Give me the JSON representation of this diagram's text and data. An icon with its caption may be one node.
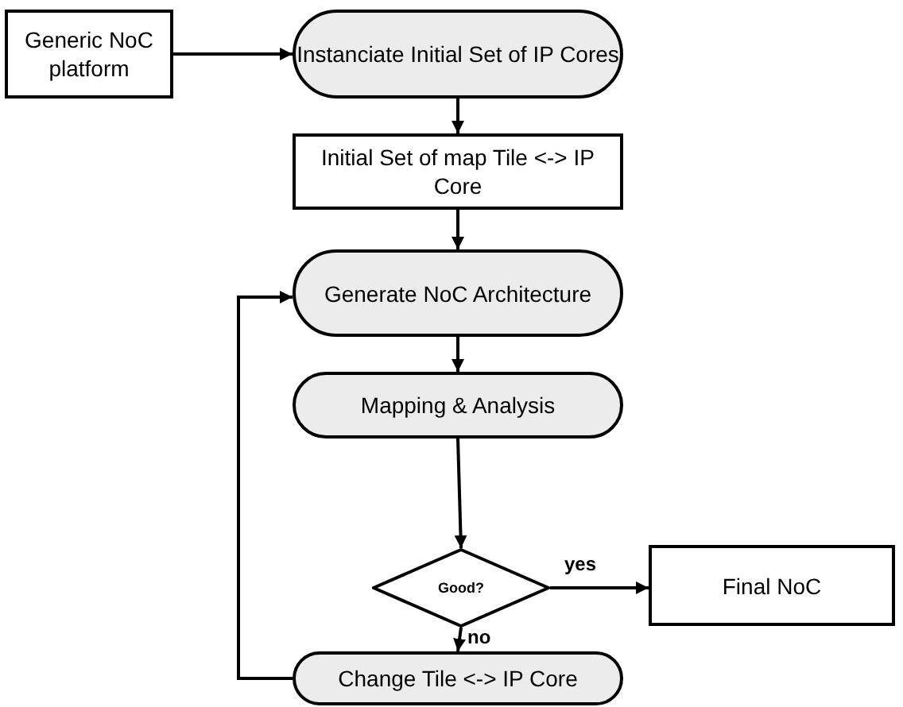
{
  "diagram": {
    "nodes": [
      {
        "text": [
          "Generic NoC platform"
        ]
      },
      {
        "text": [
          "Instanciate Initial Set of IP Cores"
        ]
      },
      {
        "text": [
          "Initial Set of map Tile <-> IP Core"
        ]
      },
      {
        "text": [
          "Generate NoC Architecture"
        ]
      },
      {
        "text": [
          "Mapping & Analysis"
        ]
      },
      {
        "text": [
          "Good?"
        ]
      },
      {
        "text": [
          "Final NoC"
        ]
      },
      {
        "text": [
          "Change Tile <-> IP Core"
        ]
      }
    ],
    "edges": [
      {
        "from": 0,
        "to": 1,
        "arrow": "to"
      },
      {
        "from": 1,
        "to": 2,
        "arrow": "to"
      },
      {
        "from": 2,
        "to": 3,
        "arrow": "to"
      },
      {
        "from": 3,
        "to": 4,
        "arrow": "to"
      },
      {
        "from": 4,
        "to": 5,
        "arrow": "to"
      },
      {
        "from": 5,
        "to": 6,
        "arrow": "to",
        "label": "yes"
      },
      {
        "from": 5,
        "to": 7,
        "arrow": "to",
        "label": "no"
      },
      {
        "from": 7,
        "to": 3,
        "arrow": "to"
      }
    ]
  }
}
